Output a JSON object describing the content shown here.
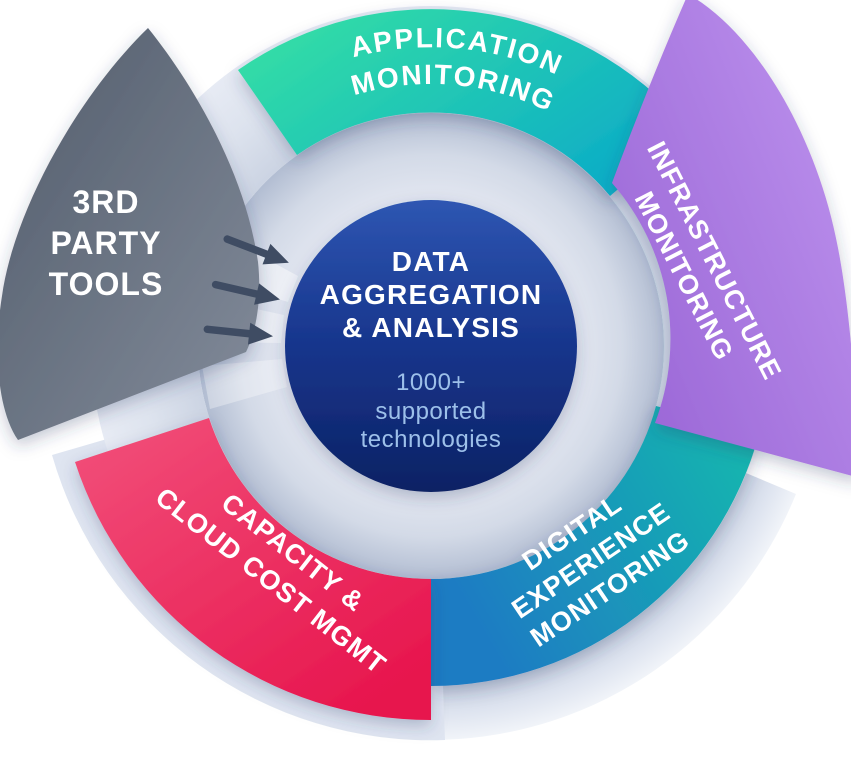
{
  "diagram": {
    "center": {
      "line1": "DATA",
      "line2": "AGGREGATION",
      "line3": "& ANALYSIS",
      "sub1": "1000+",
      "sub2": "supported",
      "sub3": "technologies",
      "bg_top": "#2e56b2",
      "bg_mid": "#17358c",
      "bg_bottom": "#0c2264",
      "subtitle_color": "#9dc0ea"
    },
    "segments": [
      {
        "id": "application-monitoring",
        "line1": "APPLICATION",
        "line2": "MONITORING",
        "color_start": "#38e3a2",
        "color_end": "#0daec6"
      },
      {
        "id": "infrastructure-monitoring",
        "line1": "INFRASTRUCTURE",
        "line2": "MONITORING",
        "color_start": "#c096f0",
        "color_end": "#9a66d6"
      },
      {
        "id": "digital-experience-monitoring",
        "line1": "DIGITAL",
        "line2": "EXPERIENCE",
        "line3": "MONITORING",
        "color_start": "#1f7cc3",
        "color_end": "#12bbad"
      },
      {
        "id": "capacity-cloud-cost-mgmt",
        "line1": "CAPACITY &",
        "line2": "CLOUD COST MGMT",
        "color_start": "#f2517b",
        "color_end": "#e7154d"
      },
      {
        "id": "third-party-tools",
        "line1": "3RD",
        "line2": "PARTY",
        "line3": "TOOLS",
        "color_start": "#525c6b",
        "color_end": "#838c9b"
      }
    ],
    "arrows": {
      "count": "3",
      "color": "#3f4c63"
    },
    "rings": {
      "mid_inner": "#e3e7f1",
      "mid_outer": "#b2bdd2",
      "band": "#dde3ee",
      "outer_inner": "#c8d1e1",
      "outer_edge": "#f1f4f9"
    }
  }
}
